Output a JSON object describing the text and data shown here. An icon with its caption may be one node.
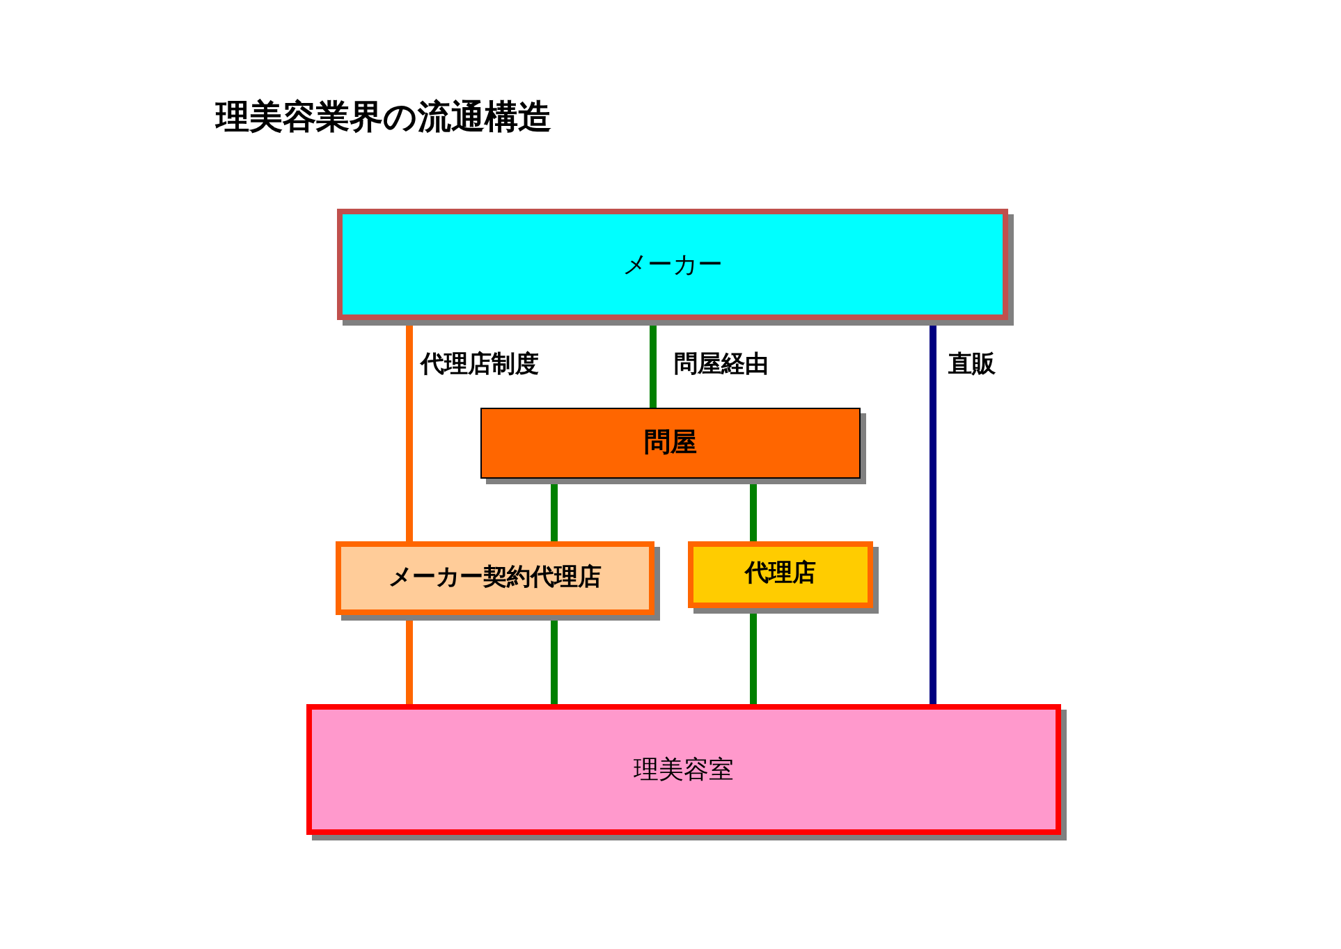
{
  "diagram": {
    "title": "理美容業界の流通構造",
    "nodes": [
      {
        "text": [
          "メーカー"
        ]
      },
      {
        "text": [
          "問屋"
        ]
      },
      {
        "text": [
          "メーカー契約代理店"
        ]
      },
      {
        "text": [
          "代理店"
        ]
      },
      {
        "text": [
          "理美容室"
        ]
      }
    ],
    "edges": [
      {
        "from": 0,
        "to": 2,
        "arrow": "none",
        "label": "代理店制度",
        "color": "#ff6600"
      },
      {
        "from": 2,
        "to": 4,
        "arrow": "none",
        "color": "#ff6600"
      },
      {
        "from": 0,
        "to": 1,
        "arrow": "none",
        "label": "問屋経由"
      },
      {
        "from": 1,
        "to": 2,
        "arrow": "none"
      },
      {
        "from": 1,
        "to": 3,
        "arrow": "none"
      },
      {
        "from": 2,
        "to": 4,
        "arrow": "none"
      },
      {
        "from": 3,
        "to": 4,
        "arrow": "none"
      },
      {
        "from": 0,
        "to": 4,
        "arrow": "none",
        "label": "直販",
        "color": "#000080"
      }
    ]
  }
}
